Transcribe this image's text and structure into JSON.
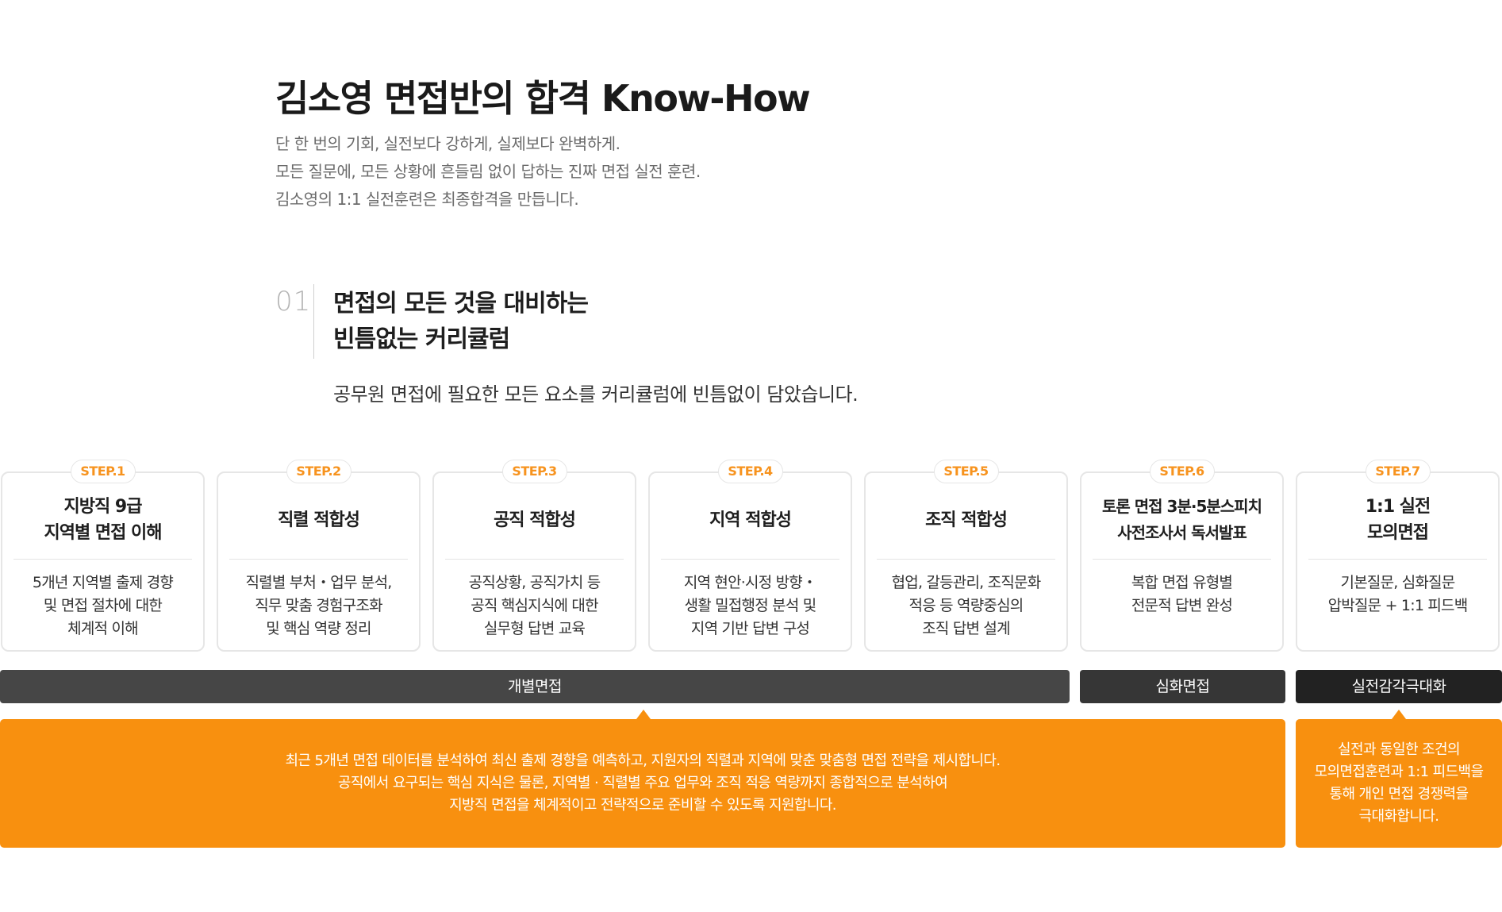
{
  "header": {
    "title": "김소영 면접반의 합격 Know-How",
    "intro": [
      "단 한 번의 기회, 실전보다 강하게, 실제보다 완벽하게.",
      "모든 질문에, 모든 상황에 흔들림 없이 답하는 진짜 면접 실전 훈련.",
      "김소영의 1:1 실전훈련은 최종합격을 만듭니다."
    ]
  },
  "section": {
    "number": "01",
    "title": [
      "면접의 모든 것을 대비하는",
      "빈틈없는 커리큘럼"
    ],
    "description": "공무원 면접에 필요한 모든 요소를 커리큘럼에 빈틈없이 담았습니다."
  },
  "steps": [
    {
      "badge": "STEP.1",
      "title": [
        "지방직 9급",
        "지역별 면접 이해"
      ],
      "desc": [
        "5개년 지역별 출제 경향",
        "및 면접 절차에 대한",
        "체계적 이해"
      ]
    },
    {
      "badge": "STEP.2",
      "title": [
        "직렬 적합성"
      ],
      "desc": [
        "직렬별 부처・업무 분석,",
        "직무 맞춤 경험구조화",
        "및 핵심 역량 정리"
      ]
    },
    {
      "badge": "STEP.3",
      "title": [
        "공직 적합성"
      ],
      "desc": [
        "공직상황, 공직가치 등",
        "공직 핵심지식에 대한",
        "실무형 답변 교육"
      ]
    },
    {
      "badge": "STEP.4",
      "title": [
        "지역 적합성"
      ],
      "desc": [
        "지역 현안·시정 방향・",
        "생활 밀접행정 분석 및",
        "지역 기반 답변 구성"
      ]
    },
    {
      "badge": "STEP.5",
      "title": [
        "조직 적합성"
      ],
      "desc": [
        "협업, 갈등관리, 조직문화",
        "적응 등 역량중심의",
        "조직 답변 설계"
      ]
    },
    {
      "badge": "STEP.6",
      "title": [
        "토론 면접 3분·5분스피치",
        "사전조사서 독서발표"
      ],
      "desc": [
        "복합 면접 유형별",
        "전문적 답변 완성"
      ]
    },
    {
      "badge": "STEP.7",
      "title": [
        "1:1 실전",
        "모의면접"
      ],
      "desc": [
        "기본질문, 심화질문",
        "압박질문 + 1:1 피드백"
      ]
    }
  ],
  "phases": [
    {
      "label": "개별면접",
      "color": "#464646"
    },
    {
      "label": "심화면접",
      "color": "#363636"
    },
    {
      "label": "실전감각극대화",
      "color": "#222222"
    }
  ],
  "notes": {
    "main": [
      "최근 5개년 면접 데이터를 분석하여 최신 출제 경향을 예측하고, 지원자의 직렬과 지역에 맞춘 맞춤형 면접 전략을 제시합니다.",
      "공직에서 요구되는 핵심 지식은 물론, 지역별 · 직렬별 주요 업무와 조직 적응 역량까지 종합적으로 분석하여",
      "지방직 면접을 체계적이고 전략적으로 준비할 수 있도록 지원합니다."
    ],
    "side": [
      "실전과 동일한 조건의",
      "모의면접훈련과 1:1 피드백을",
      "통해 개인 면접 경쟁력을",
      "극대화합니다."
    ]
  },
  "colors": {
    "accent": "#f7931e",
    "orange_box": "#f8900f"
  }
}
